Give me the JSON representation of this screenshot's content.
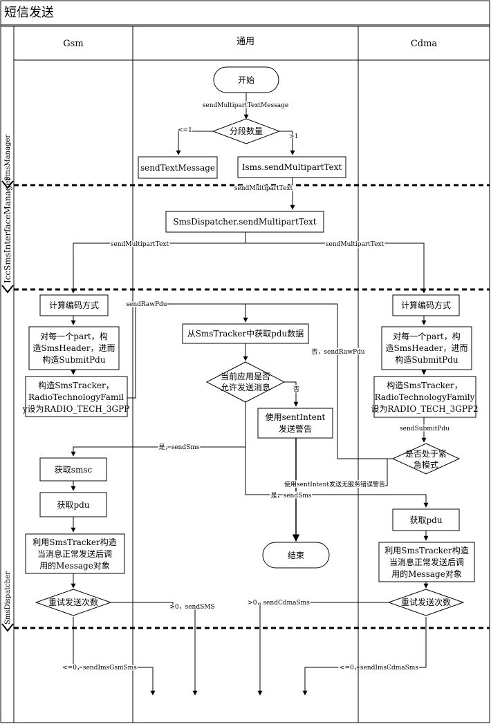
{
  "title": "短信发送",
  "lanes": {
    "gsm": "Gsm",
    "common": "通用",
    "cdma": "Cdma"
  },
  "phases": {
    "sms_manager": "SmsManager",
    "icc": "IccSmsInterfaceManager",
    "dispatcher": "SmsDispatcher"
  },
  "nodes": {
    "start": "开始",
    "segments": "分段数量",
    "send_text": "sendTextMessage",
    "isms": "Isms.sendMultipartText",
    "dispatcher_send": "SmsDispatcher.sendMultipartText",
    "gsm_encode": "计算编码方式",
    "gsm_pdu_1": "对每一个part，构",
    "gsm_pdu_2": "造SmsHeader，进而",
    "gsm_pdu_3": "构造SubmitPdu",
    "gsm_tracker_1": "构造SmsTracker，",
    "gsm_tracker_2": "RadioTechnologyFamil",
    "gsm_tracker_3": "y设为RADIO_TECH_3GPP",
    "get_pdu_data": "从SmsTracker中获取pdu数据",
    "allow_1": "当前应用是否",
    "allow_2": "允许发送消息",
    "warn_1": "使用sentIntent",
    "warn_2": "发送警告",
    "cdma_encode": "计算编码方式",
    "cdma_pdu_1": "对每一个part，构",
    "cdma_pdu_2": "造SmsHeader，进而",
    "cdma_pdu_3": "构造SubmitPdu",
    "cdma_tracker_1": "构造SmsTracker，",
    "cdma_tracker_2": "RadioTechnologyFamily",
    "cdma_tracker_3": "设为RADIO_TECH_3GPP2",
    "emergency_1": "是否处于紧",
    "emergency_2": "急模式",
    "get_smsc": "获取smsc",
    "gsm_get_pdu": "获取pdu",
    "gsm_msg_1": "利用SmsTracker构造",
    "gsm_msg_2": "当消息正常发送后调",
    "gsm_msg_3": "用的Message对象",
    "end": "结束",
    "cdma_get_pdu": "获取pdu",
    "cdma_msg_1": "利用SmsTracker构造",
    "cdma_msg_2": "当消息正常发送后调",
    "cdma_msg_3": "用的Message对象",
    "gsm_retry": "重试发送次数",
    "cdma_retry": "重试发送次数"
  },
  "labels": {
    "send_multipart_text_message": "sendMultipartTextMessage",
    "le1": "<=1",
    "gt1": ">1",
    "send_multipart_text_a": "sendMultipartText",
    "send_multipart_text_b": "sendMultipartText",
    "send_multipart_text_c": "sendMultipartText",
    "send_raw_pdu": "sendRawPdu",
    "no": "否",
    "no_send_raw_pdu": "否，sendRawPdu",
    "send_submit_pdu": "sendSubmitPdu",
    "yes_send_sms_1": "是，sendSms",
    "no_service_warning": "使用sentIntent发送无服务错误警告",
    "yes_send_sms_2": "是，sendSms",
    "gt0_send_sms": ">0，sendSMS",
    "gt0_send_cdma_sms": ">0，sendCdmaSms",
    "le0_ims_gsm": "<=0，sendImsGsmSms",
    "le0_ims_cdma": "<=0，sendImsCdmaSms"
  }
}
